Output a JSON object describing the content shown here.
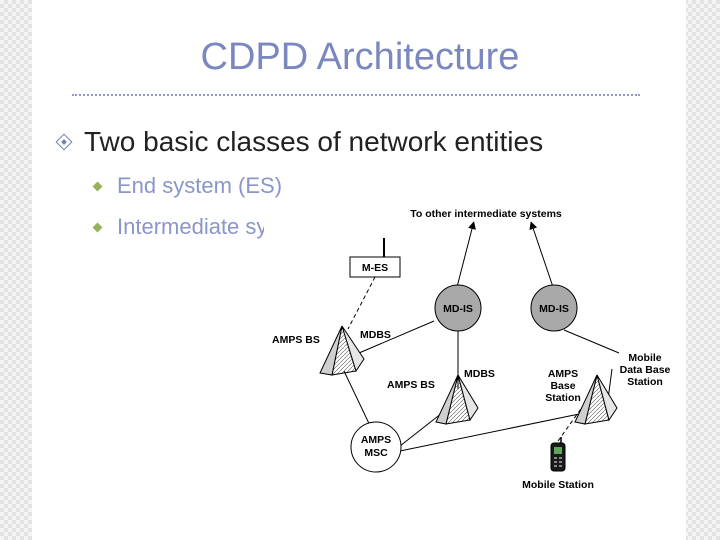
{
  "slide": {
    "title": "CDPD Architecture",
    "bullets": [
      {
        "text": "Two basic classes of network entities",
        "level": 1
      },
      {
        "text": "End system (ES)",
        "level": 2
      },
      {
        "text": "Intermediate system (IS)",
        "level": 2
      }
    ]
  },
  "diagram": {
    "top_label": "To other intermediate systems",
    "m_es": "M-ES",
    "md_is_left": "MD-IS",
    "md_is_right": "MD-IS",
    "amps_bs_left": "AMPS BS",
    "mdbs_left": "MDBS",
    "amps_bs_center": "AMPS BS",
    "mdbs_center": "MDBS",
    "amps_base_station": [
      "AMPS",
      "Base",
      "Station"
    ],
    "mobile_data_base_station": [
      "Mobile",
      "Data Base",
      "Station"
    ],
    "amps_msc": [
      "AMPS",
      "MSC"
    ],
    "mobile_station": "Mobile Station"
  },
  "colors": {
    "title": "#7b87bf",
    "sub_bullet_text": "#8a95c9",
    "main_bullet_text": "#222222",
    "node_fill": "#a9a9a9",
    "diamond_green": "#96b25a"
  }
}
